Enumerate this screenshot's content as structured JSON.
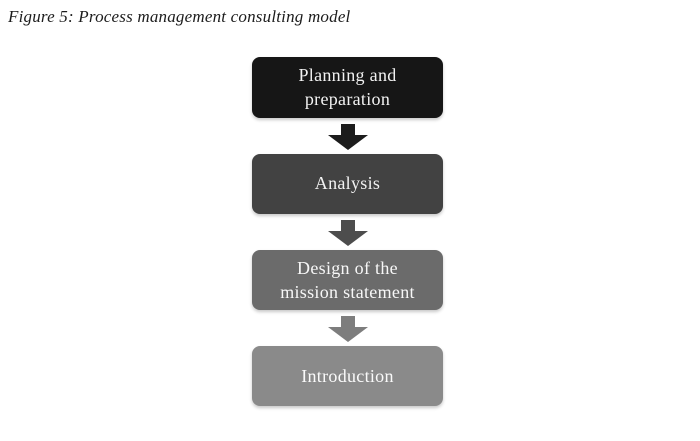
{
  "figure": {
    "caption": "Figure 5: Process management consulting model"
  },
  "flow": {
    "steps": [
      {
        "label": "Planning and preparation",
        "color": "#161616",
        "text_color": "#f2f2f2"
      },
      {
        "label": "Analysis",
        "color": "#424242",
        "text_color": "#f2f2f2"
      },
      {
        "label": "Design of the mission statement",
        "color": "#6b6b6b",
        "text_color": "#f7f7f7"
      },
      {
        "label": "Introduction",
        "color": "#8a8a8a",
        "text_color": "#fafafa"
      }
    ],
    "arrows": [
      {
        "direction": "down",
        "color": "#1c1c1c"
      },
      {
        "direction": "down",
        "color": "#4d4d4d"
      },
      {
        "direction": "down",
        "color": "#7d7d7d"
      }
    ]
  }
}
